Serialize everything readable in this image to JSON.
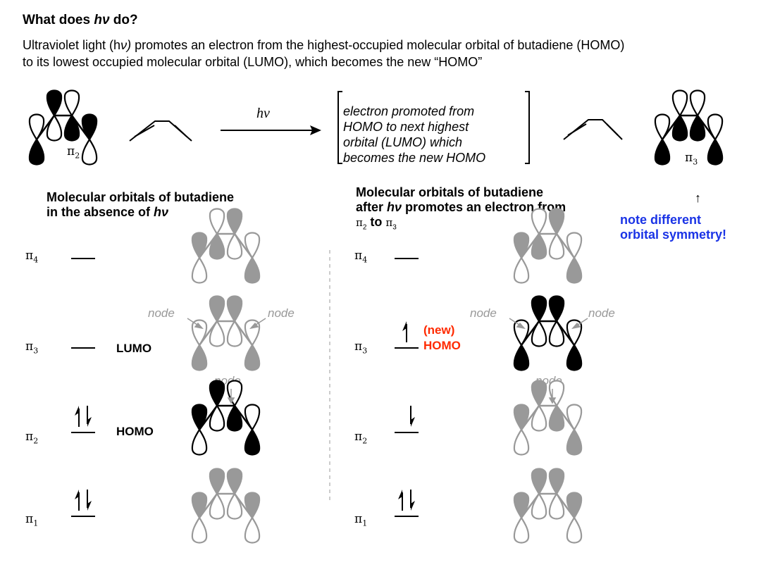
{
  "title": {
    "prefix": "What does ",
    "hv": "hν",
    "suffix": " do?"
  },
  "intro": {
    "p1": "Ultraviolet light (h",
    "nu": "ν)",
    "p2": " promotes an electron from the highest-occupied molecular orbital of butadiene (HOMO)",
    "line2": "to its lowest occupied molecular orbital (LUMO), which becomes the new “HOMO”"
  },
  "reaction": {
    "arrow_label": "hν",
    "bracket_lines": [
      "electron promoted from",
      "HOMO to next highest",
      "orbital (LUMO) which",
      "becomes the new HOMO"
    ],
    "left_symbol": "π",
    "left_sub": "2",
    "right_symbol": "π",
    "right_sub": "3"
  },
  "left_section": {
    "heading_line1": "Molecular orbitals of butadiene",
    "heading_line2_prefix": "in the absence of ",
    "heading_hv": "hν"
  },
  "right_section": {
    "heading_line1": "Molecular orbitals of butadiene",
    "heading_line2_prefix": "after ",
    "heading_hv": "hν",
    "heading_line2_suffix": " promotes an electron from",
    "heading_line3_a": "π",
    "heading_line3_a_sub": "2",
    "heading_line3_mid": " to ",
    "heading_line3_b": "π",
    "heading_line3_b_sub": "3"
  },
  "note": {
    "arrow": "↑",
    "line1": "note different",
    "line2": "orbital symmetry!"
  },
  "levels": [
    {
      "sym": "π",
      "sub": "4"
    },
    {
      "sym": "π",
      "sub": "3"
    },
    {
      "sym": "π",
      "sub": "2"
    },
    {
      "sym": "π",
      "sub": "1"
    }
  ],
  "labels": {
    "lumo": "LUMO",
    "homo": "HOMO",
    "new": "(new)",
    "new_homo": "HOMO",
    "node": "node"
  },
  "colors": {
    "black": "#000000",
    "gray": "#999999",
    "blue": "#1a33e6",
    "red": "#ff2a00"
  },
  "icons": [
    "arrow-right-icon",
    "bracket-icon",
    "electron-up-icon",
    "electron-down-icon",
    "arrow-down-icon"
  ]
}
